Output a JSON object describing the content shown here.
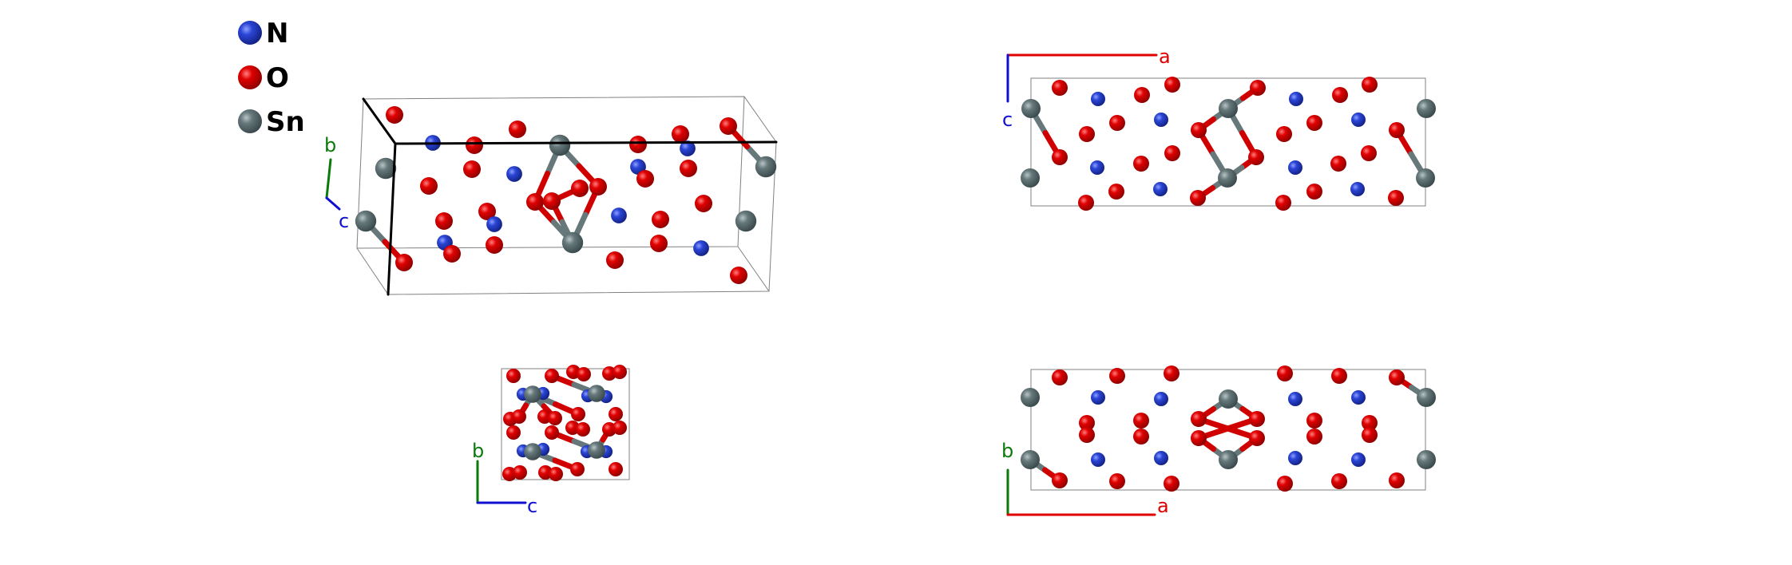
{
  "legend": {
    "items": [
      {
        "symbol": "N",
        "color": "#2a45d6"
      },
      {
        "symbol": "O",
        "color": "#e00000"
      },
      {
        "symbol": "Sn",
        "color": "#66787a"
      }
    ]
  },
  "panels": [
    {
      "view": "perspective",
      "axes": [
        {
          "label": "b",
          "color": "#0a7a0a"
        },
        {
          "label": "c",
          "color": "#1010d0"
        }
      ]
    },
    {
      "view": "along-b",
      "axes": [
        {
          "label": "a",
          "color": "#e00000"
        },
        {
          "label": "c",
          "color": "#1010d0"
        }
      ]
    },
    {
      "view": "along-a",
      "axes": [
        {
          "label": "b",
          "color": "#0a7a0a"
        },
        {
          "label": "c",
          "color": "#1010d0"
        }
      ]
    },
    {
      "view": "along-c",
      "axes": [
        {
          "label": "b",
          "color": "#0a7a0a"
        },
        {
          "label": "a",
          "color": "#e00000"
        }
      ]
    }
  ],
  "colors": {
    "bond_sn": "#66787a",
    "bond_o": "#d00000",
    "cell_edge": "#808080",
    "cell_front": "#000000"
  }
}
